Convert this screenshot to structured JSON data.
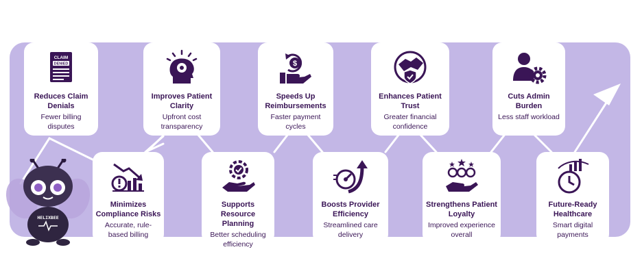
{
  "colors": {
    "band": "#c3b7e6",
    "dark_purple": "#3a1556",
    "accent_purple": "#6b3d8f",
    "card": "#ffffff"
  },
  "cards": [
    {
      "title": "Reduces Claim Denials",
      "desc": "Fewer billing disputes",
      "icon": "claim-denied-document-icon",
      "icon_text_top": "CLAIM",
      "icon_text_stamp": "DENIED"
    },
    {
      "title": "Minimizes Compliance Risks",
      "desc": "Accurate, rule-based billing",
      "icon": "declining-chart-warning-icon"
    },
    {
      "title": "Improves Patient Clarity",
      "desc": "Upfront cost transparency",
      "icon": "head-gear-insight-icon"
    },
    {
      "title": "Supports Resource Planning",
      "desc": "Better scheduling efficiency",
      "icon": "hand-gear-check-icon"
    },
    {
      "title": "Speeds Up Reimbursements",
      "desc": "Faster payment cycles",
      "icon": "hand-dollar-cycle-icon"
    },
    {
      "title": "Boosts Provider Efficiency",
      "desc": "Streamlined care delivery",
      "icon": "speed-gauge-arrow-icon"
    },
    {
      "title": "Enhances Patient Trust",
      "desc": "Greater financial confidence",
      "icon": "handshake-shield-icon"
    },
    {
      "title": "Strengthens Patient Loyalty",
      "desc": "Improved experience overall",
      "icon": "group-stars-hand-icon"
    },
    {
      "title": "Cuts Admin Burden",
      "desc": "Less staff workload",
      "icon": "person-gear-icon"
    },
    {
      "title": "Future-Ready Healthcare",
      "desc": "Smart digital payments",
      "icon": "clock-growth-chart-icon"
    }
  ],
  "mascot": {
    "label": "HELIXBEE"
  }
}
